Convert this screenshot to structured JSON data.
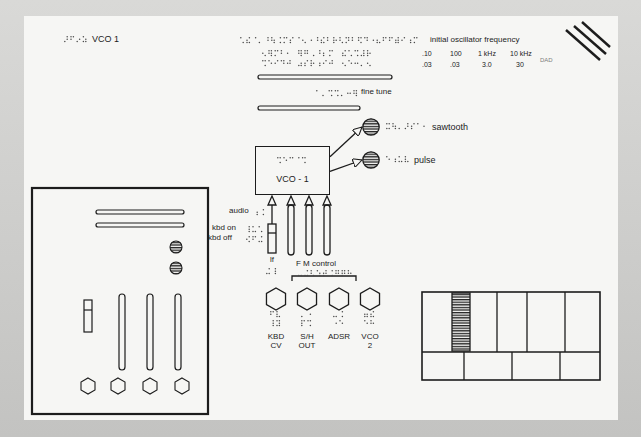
{
  "diagram": {
    "title": "VCO 1",
    "nodes": [
      {
        "text": [
          "VCO - 1"
        ]
      },
      {
        "text": [
          "sawtooth"
        ]
      },
      {
        "text": [
          "pulse"
        ]
      },
      {
        "text": [
          "KBD CV"
        ]
      },
      {
        "text": [
          "S/H OUT"
        ]
      },
      {
        "text": [
          "ADSR"
        ]
      },
      {
        "text": [
          "VCO 2"
        ]
      }
    ],
    "edges": [
      {
        "from": 0,
        "to": 1,
        "arrow": "to"
      },
      {
        "from": 0,
        "to": 2,
        "arrow": "to"
      }
    ],
    "labels": [
      "initial oscillator frequency",
      ".10",
      "100",
      "1 kHz",
      "10 kHz",
      ".03",
      ".03",
      "3.0",
      "30",
      "DAD",
      "fine tune",
      "audio",
      "kbd on",
      "kbd off",
      "lf",
      "F M control"
    ]
  }
}
